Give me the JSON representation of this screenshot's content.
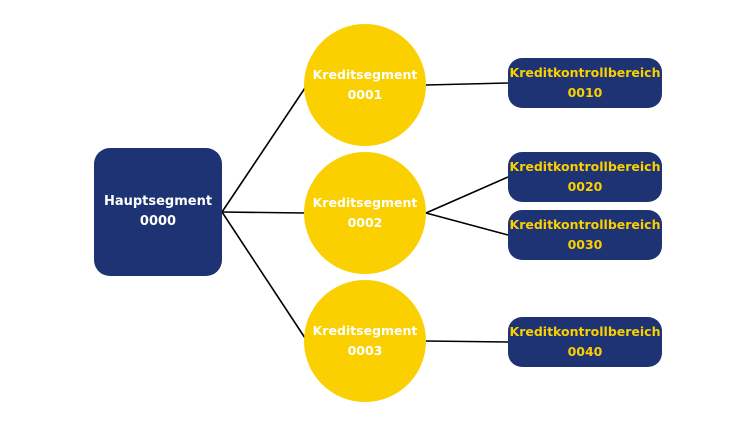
{
  "colors": {
    "navy": "#1e3373",
    "yellow": "#fad000",
    "line": "#000000",
    "background": "#ffffff"
  },
  "main_segment": {
    "title": "Hauptsegment",
    "code": "0000"
  },
  "credit_segments": [
    {
      "title": "Kreditsegment",
      "code": "0001"
    },
    {
      "title": "Kreditsegment",
      "code": "0002"
    },
    {
      "title": "Kreditsegment",
      "code": "0003"
    }
  ],
  "credit_control_areas": [
    {
      "title": "Kreditkontrollbereich",
      "code": "0010",
      "parent": "0001"
    },
    {
      "title": "Kreditkontrollbereich",
      "code": "0020",
      "parent": "0002"
    },
    {
      "title": "Kreditkontrollbereich",
      "code": "0030",
      "parent": "0002"
    },
    {
      "title": "Kreditkontrollbereich",
      "code": "0040",
      "parent": "0003"
    }
  ]
}
